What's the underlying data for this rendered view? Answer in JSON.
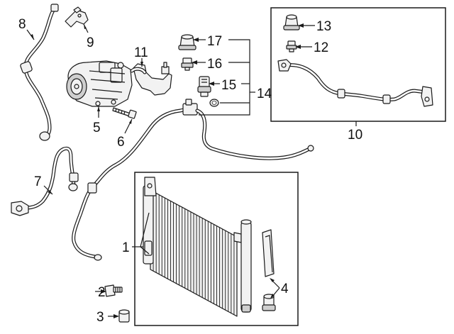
{
  "callouts": {
    "c1": "1",
    "c2": "2",
    "c3": "3",
    "c4": "4",
    "c5": "5",
    "c6": "6",
    "c7": "7",
    "c8": "8",
    "c9": "9",
    "c10": "10",
    "c11": "11",
    "c12": "12",
    "c13": "13",
    "c14": "14",
    "c15": "15",
    "c16": "16",
    "c17": "17"
  },
  "colors": {
    "line": "#1a1a1a",
    "fill": "#f2f2f2",
    "background": "#ffffff"
  }
}
